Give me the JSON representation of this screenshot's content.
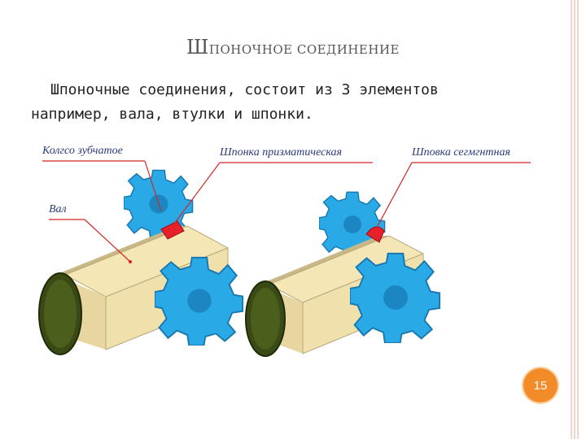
{
  "slide": {
    "title_first": "Ш",
    "title_rest": "ПОНОЧНОЕ СОЕДИНЕНИЕ",
    "body_line1": "Шпоночные соединения, состоит из 3 элементов",
    "body_line2": "например, вала, втулки и шпонки.",
    "page_number": "15"
  },
  "figure": {
    "label_gear": "Колгсо зубчатое",
    "label_shaft": "Вал",
    "label_prismatic_key": "Шпонка призматическая",
    "label_segment_key": "Шповка сегмгнтная"
  },
  "colors": {
    "accent": "#f28c28",
    "gear": "#29a9e6",
    "shaft_face": "#f5e7b5",
    "shaft_end": "#3a4a14",
    "key": "#e8202a",
    "leader": "#d4261f"
  }
}
